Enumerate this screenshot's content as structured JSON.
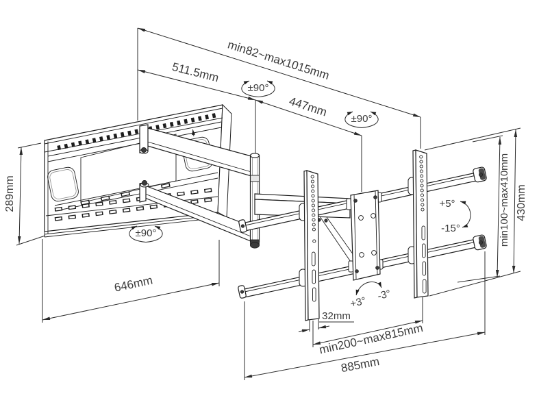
{
  "diagram": {
    "type": "technical-dimension-drawing",
    "subject": "articulating-tv-wall-mount",
    "colors": {
      "ink": "#1d1d1d",
      "text": "#3a3a3a",
      "background": "#ffffff"
    },
    "labels": {
      "extension_range": "min82~max1015mm",
      "arm_front": "511.5mm",
      "arm_rear": "447mm",
      "swivel": "±90°",
      "plate_height": "289mm",
      "plate_width": "646mm",
      "rail_depth": "32mm",
      "tv_width_range": "min200~max815mm",
      "crossbar_length": "885mm",
      "height_range": "min100~max410mm",
      "bracket_height": "430mm",
      "tilt_up": "+5°",
      "tilt_down": "-15°",
      "roll_plus": "+3°",
      "roll_minus": "-3°"
    }
  }
}
